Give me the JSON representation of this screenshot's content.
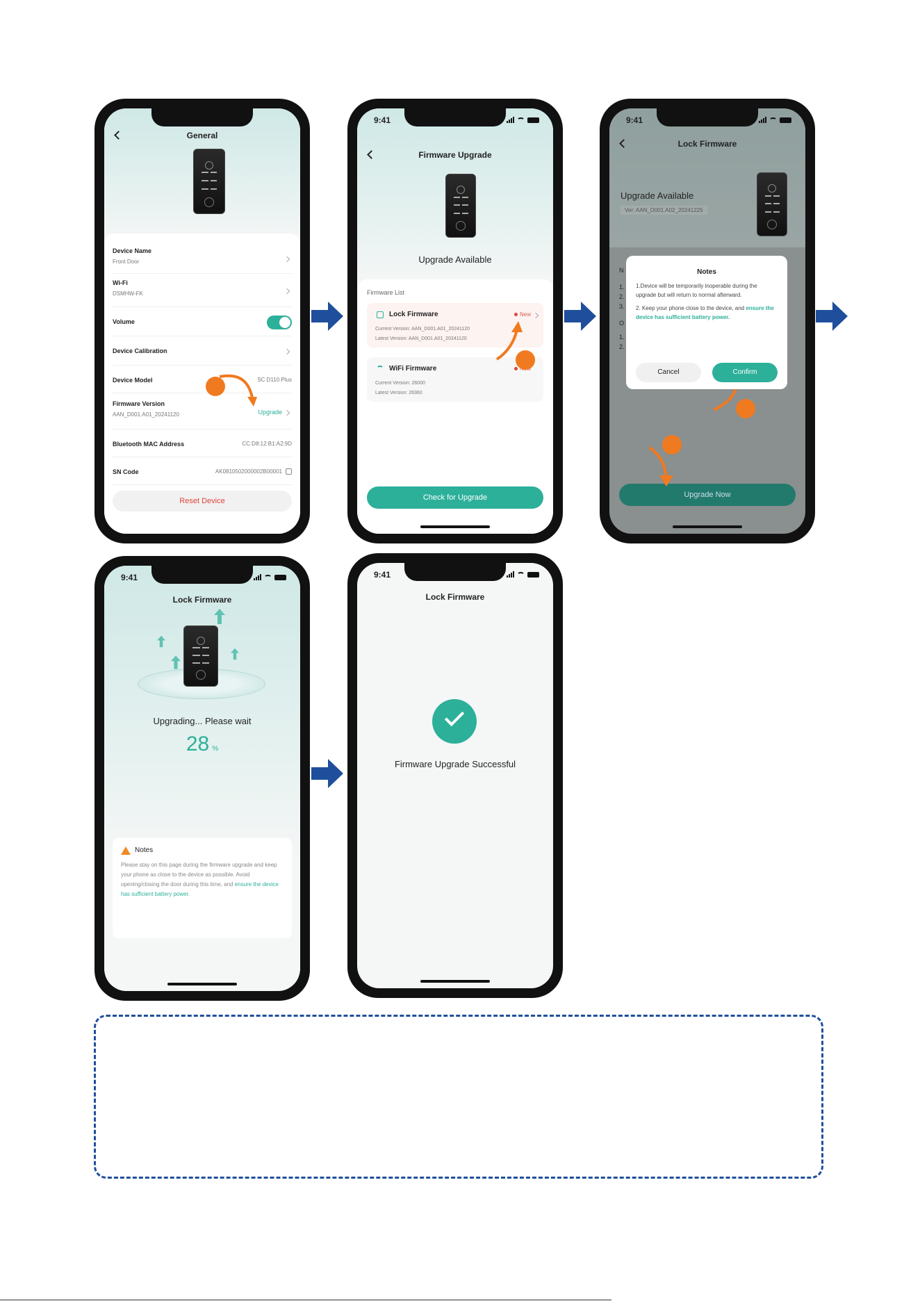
{
  "phone1": {
    "title": "General",
    "rows": [
      {
        "label": "Device Name",
        "value": "Front Door"
      },
      {
        "label": "Wi-Fi",
        "value": "DSMHW-FK"
      },
      {
        "label": "Volume",
        "value": ""
      },
      {
        "label": "Device Calibration",
        "value": ""
      },
      {
        "label": "Device Model",
        "value": "SC D110 Plus"
      },
      {
        "label": "Firmware Version",
        "value": "AAN_D001.A01_20241120",
        "action": "Upgrade"
      },
      {
        "label": "Bluetooth MAC Address",
        "value": "CC:D8:12:B1:A2:9D"
      },
      {
        "label": "SN Code",
        "value": "AK0810502000002B00001"
      }
    ],
    "reset_label": "Reset Device"
  },
  "phone2": {
    "time": "9:41",
    "title": "Firmware Upgrade",
    "heading": "Upgrade Available",
    "list_label": "Firmware List",
    "lock_fw": {
      "name": "Lock Firmware",
      "badge": "New",
      "current": "Current Version: AAN_D001.A01_20241120",
      "latest": "Latest Version: AAN_D001.A01_20241120"
    },
    "wifi_fw": {
      "name": "WiFi Firmware",
      "badge": "New",
      "current": "Current Version: 26000",
      "latest": "Latest Version: 26360"
    },
    "button": "Check for Upgrade"
  },
  "phone3": {
    "time": "9:41",
    "title": "Lock Firmware",
    "heading": "Upgrade Available",
    "version": "Ver: AAN_D001.A02_20241225",
    "bg_labels": [
      "N",
      "1.",
      "2.",
      "3.",
      "O",
      "1.",
      "2."
    ],
    "dialog": {
      "title": "Notes",
      "p1": "1.Device will be temporarily inoperable during the upgrade but will return to normal afterward.",
      "p2_plain": "2. Keep your phone close to the device, and ",
      "p2_accent": "ensure the device has sufficient battery power.",
      "cancel": "Cancel",
      "confirm": "Confirm"
    },
    "button": "Upgrade Now"
  },
  "phone4": {
    "time": "9:41",
    "title": "Lock Firmware",
    "status": "Upgrading... Please wait",
    "percent": "28",
    "percent_unit": "%",
    "notes_title": "Notes",
    "notes_plain": "Please stay on this page during the firmware upgrade and keep your phone as close to the device as possible. Avoid opening/closing the door during this time, and ",
    "notes_accent": "ensure the device has sufficient battery power."
  },
  "phone5": {
    "time": "9:41",
    "title": "Lock Firmware",
    "message": "Firmware Upgrade Successful"
  },
  "colors": {
    "accent": "#2cb09a",
    "orange": "#f07a1f",
    "arrow": "#1f4f9c",
    "reset": "#e0453a"
  }
}
